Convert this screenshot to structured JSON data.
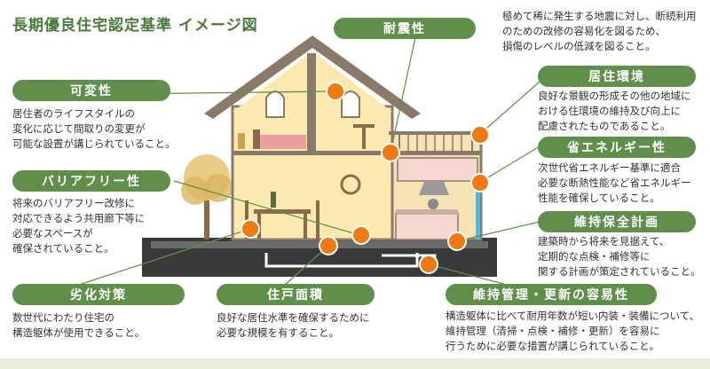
{
  "title": "長期優良住宅認定基準 イメージ図",
  "items": [
    {
      "label": "耐震性",
      "desc": "極めて稀に発生する地震に対し、断続利用\nのための改修の容易化を図るため、\n損傷のレベルの低減を図ること。"
    },
    {
      "label": "可変性",
      "desc": "居住者のライフスタイルの\n変化に応じて間取りの変更が\n可能な設置が講じられていること。"
    },
    {
      "label": "居住環境",
      "desc": "良好な景観の形成その他の地域に\nおける住環境の維持及び向上に\n配慮されたものであること。"
    },
    {
      "label": "省エネルギー性",
      "desc": "次世代省エネルギー基準に適合\n必要な断熱性能など省エネルギー\n性能を確保していること。"
    },
    {
      "label": "バリアフリー性",
      "desc": "将来のバリアフリー改修に\n対応できるよう共用廊下等に\n必要なスペースが\n確保されていること。"
    },
    {
      "label": "維持保全計画",
      "desc": "建築時から将来を見据えて、\n定期的な点検・補修等に\n関する計画が策定されていること。"
    },
    {
      "label": "劣化対策",
      "desc": "数世代にわたり住宅の\n構造躯体が使用できること。"
    },
    {
      "label": "住戸面積",
      "desc": "良好な居住水準を確保するために\n必要な規模を有すること。"
    },
    {
      "label": "維持管理・更新の容易性",
      "desc": "構造躯体に比べて耐用年数が短い内装・装備について、\n維持管理（清掃・点検・補修・更新）を容易に\n行うために必要な措置が講じられていること。"
    }
  ],
  "colors": {
    "label_bg": "#5f8f4a",
    "marker": "#f07a10",
    "connector": "#5f8f4a",
    "wall": "#fbe9b0",
    "roof": "#8a7a6a"
  }
}
